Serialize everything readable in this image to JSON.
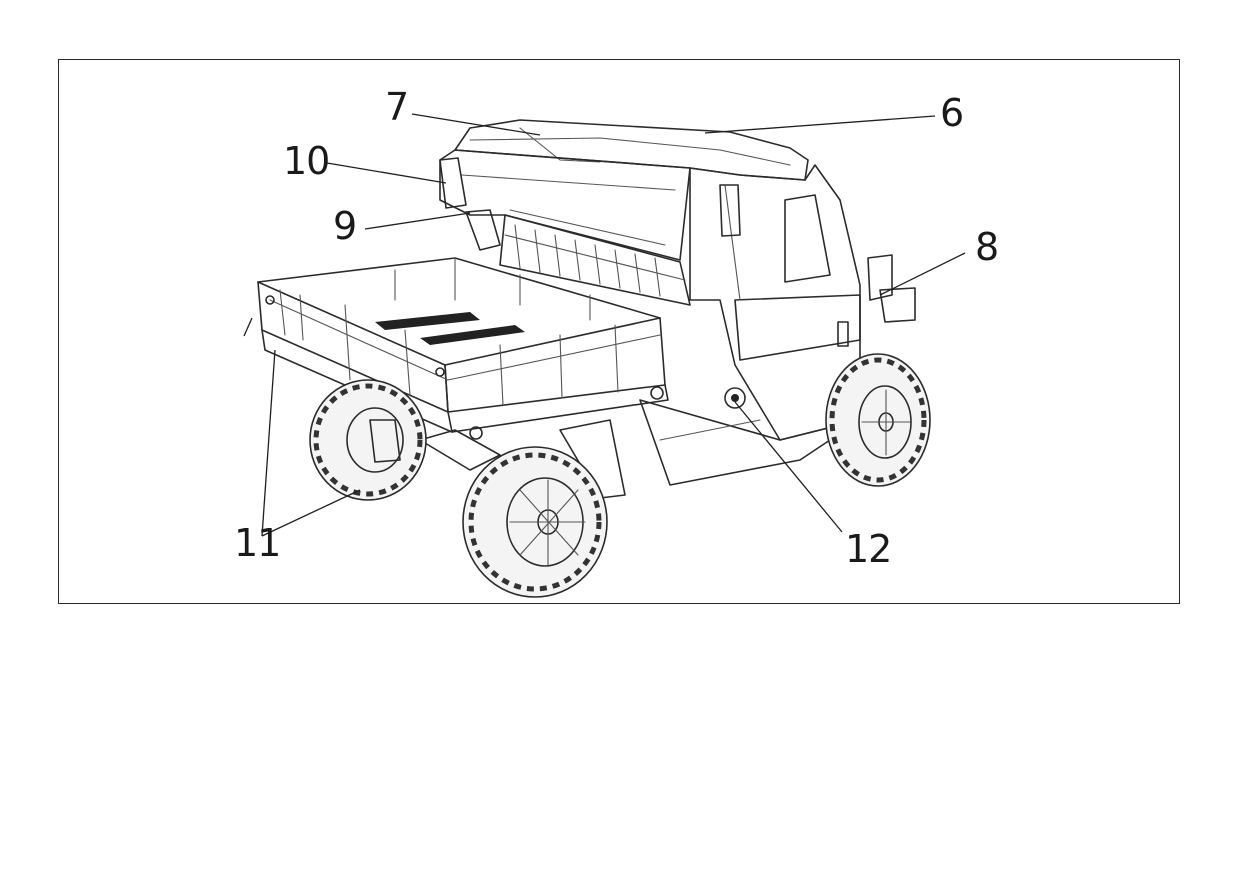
{
  "figure": {
    "callouts": [
      {
        "id": "6",
        "label": "6"
      },
      {
        "id": "7",
        "label": "7"
      },
      {
        "id": "8",
        "label": "8"
      },
      {
        "id": "9",
        "label": "9"
      },
      {
        "id": "10",
        "label": "10"
      },
      {
        "id": "11",
        "label": "11"
      },
      {
        "id": "12",
        "label": "12"
      }
    ]
  },
  "colors": {
    "line": "#2b2b2b",
    "background": "#ffffff"
  }
}
